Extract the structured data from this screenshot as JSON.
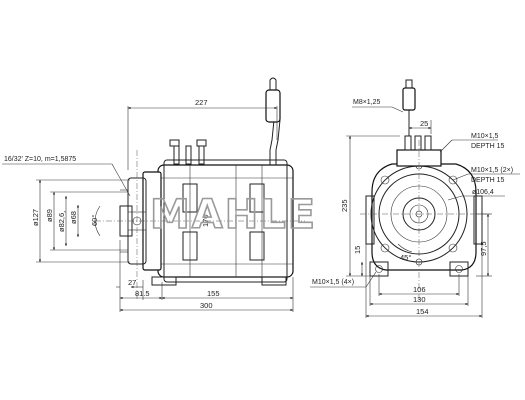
{
  "watermark": "MAHLE",
  "side_view": {
    "length_227": "227",
    "length_155": "155",
    "length_300": "300",
    "length_81_5": "81.5",
    "length_27": "27",
    "spline_spec": "16/32′ Z=10, m=1,5875",
    "dia_127": "ø127",
    "dia_89": "ø89",
    "dia_82_6": "ø82,6¸",
    "dia_68": "ø68",
    "angle_60": "60°",
    "height_170": "170"
  },
  "front_view": {
    "stud_m8": "M8×1,25",
    "dim_25": "25",
    "thread_m10_top": "M10×1,5",
    "depth_top": "DEPTH 15",
    "thread_m10_2x": "M10×1,5 (2×)",
    "depth_2x": "DEPTH 15",
    "dia_106_4": "ø106,4",
    "height_235": "235",
    "height_97_5": "97,5",
    "dim_15": "15",
    "angle_45": "45°",
    "thread_m10_4x": "M10×1,5 (4×)",
    "width_106": "106",
    "width_130": "130",
    "width_154": "154"
  }
}
